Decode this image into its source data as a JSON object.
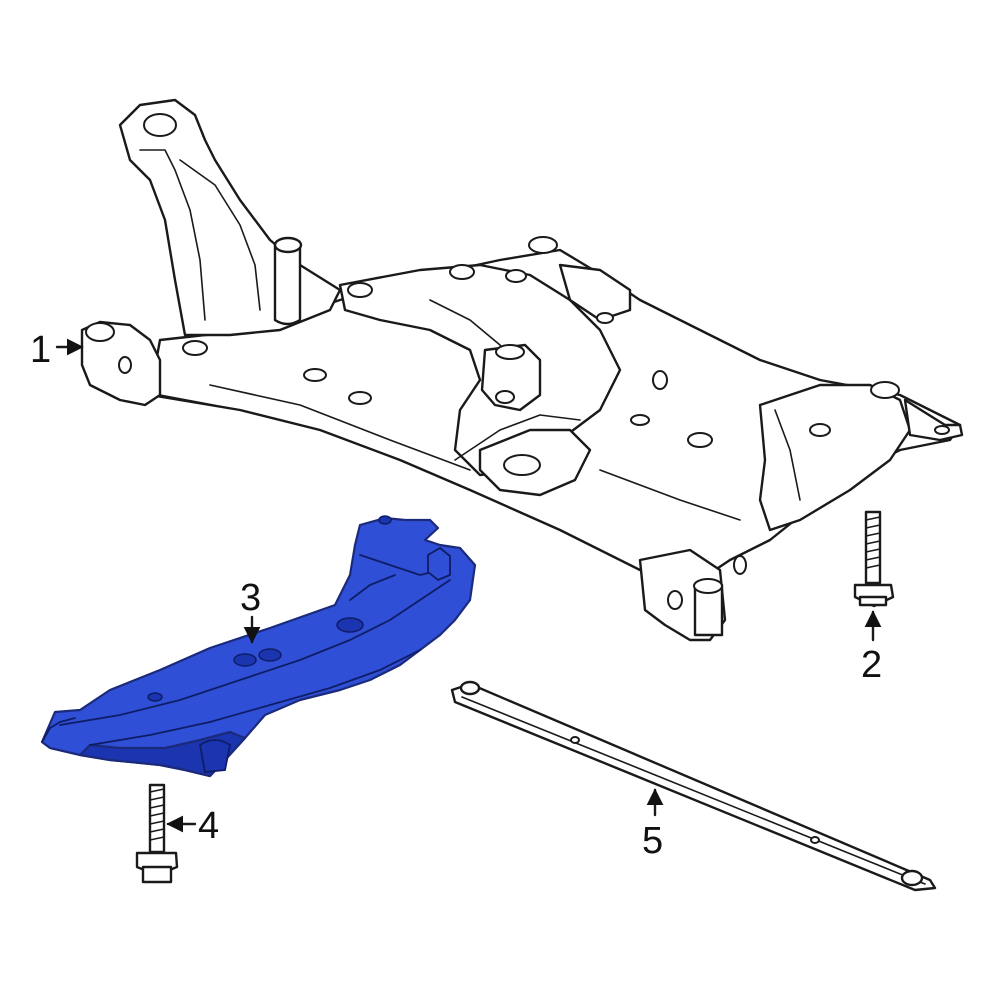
{
  "diagram": {
    "colors": {
      "highlight": "#2f4fd6",
      "highlight_dark": "#1b34b0",
      "line": "#1a1a1a",
      "background": "#ffffff"
    },
    "callouts": [
      {
        "id": "1",
        "label": "1"
      },
      {
        "id": "2",
        "label": "2"
      },
      {
        "id": "3",
        "label": "3"
      },
      {
        "id": "4",
        "label": "4"
      },
      {
        "id": "5",
        "label": "5"
      }
    ]
  }
}
